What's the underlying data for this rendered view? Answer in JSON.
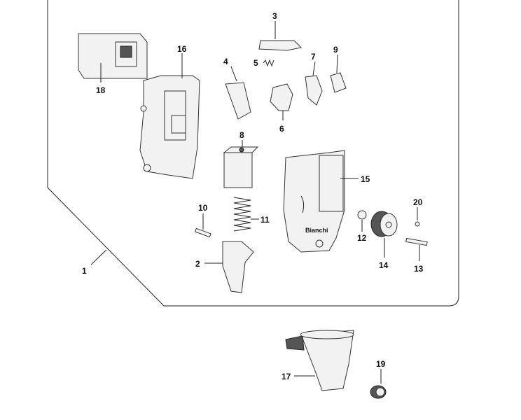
{
  "diagram": {
    "type": "exploded-parts-view",
    "brand_logo": "Bianchi",
    "callouts": [
      "1",
      "2",
      "3",
      "4",
      "5",
      "6",
      "7",
      "8",
      "9",
      "10",
      "11",
      "12",
      "13",
      "14",
      "15",
      "16",
      "17",
      "18",
      "19",
      "20"
    ]
  }
}
